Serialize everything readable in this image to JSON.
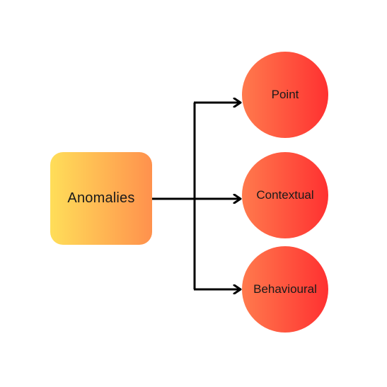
{
  "diagram": {
    "root": {
      "label": "Anomalies"
    },
    "children": [
      {
        "label": "Point"
      },
      {
        "label": "Contextual"
      },
      {
        "label": "Behavioural"
      }
    ],
    "colors": {
      "root_gradient_start": "#FFDE59",
      "root_gradient_end": "#FF914D",
      "leaf_gradient_start": "#FF7A4D",
      "leaf_gradient_end": "#FF3131",
      "connector": "#000000"
    }
  }
}
